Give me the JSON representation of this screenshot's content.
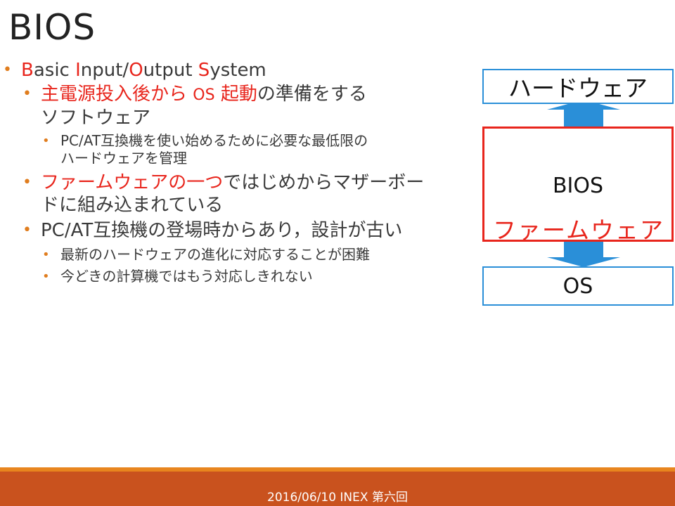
{
  "title": "BIOS",
  "bullet1": {
    "parts": [
      {
        "text": "B",
        "color": "#e8251c"
      },
      {
        "text": "asic ",
        "color": "#3a3a3a"
      },
      {
        "text": "I",
        "color": "#e8251c"
      },
      {
        "text": "nput/",
        "color": "#3a3a3a"
      },
      {
        "text": "O",
        "color": "#e8251c"
      },
      {
        "text": "utput ",
        "color": "#3a3a3a"
      },
      {
        "text": "S",
        "color": "#e8251c"
      },
      {
        "text": "ystem",
        "color": "#3a3a3a"
      }
    ]
  },
  "bullet2": {
    "red1": "主電源投入後から",
    "os": "OS",
    "red2": "起動",
    "rest": "の準備をする",
    "line2": "ソフトウェア"
  },
  "bullet2_sub": {
    "line1": "PC/AT互換機を使い始めるために必要な最低限の",
    "line2": "ハードウェアを管理"
  },
  "bullet3": {
    "red": "ファームウェアの一つ",
    "rest": "ではじめからマザーボー",
    "line2": "ドに組み込まれている"
  },
  "bullet4": {
    "text": "PC/AT互換機の登場時からあり，設計が古い"
  },
  "bullet4_sub": [
    "最新のハードウェアの進化に対応することが困難",
    "今どきの計算機ではもう対応しきれない"
  ],
  "diagram": {
    "hardware": "ハードウェア",
    "bios": "BIOS",
    "firmware": "ファームウェア",
    "os": "OS",
    "arrow_color": "#2a8fd8"
  },
  "footer": "2016/06/10 INEX 第六回",
  "colors": {
    "accent": "#e07d1e",
    "red": "#e8251c",
    "footer_bg": "#c9521e",
    "footer_line": "#e8851e",
    "box_border": "#2a8fd8"
  }
}
